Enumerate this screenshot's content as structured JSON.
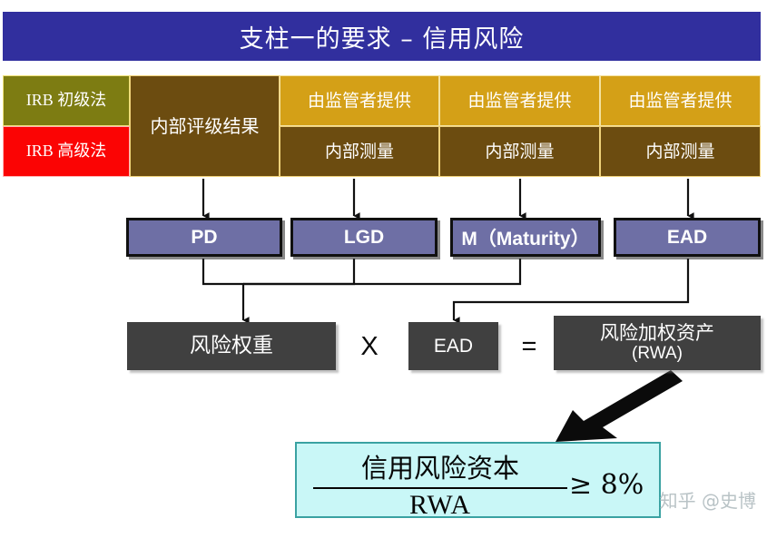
{
  "header": {
    "title": "支柱一的要求 – 信用风险",
    "bar_color": "#312f9e"
  },
  "matrix": {
    "approach_rows": [
      {
        "label": "IRB 初级法",
        "color": "#7d7c12"
      },
      {
        "label": "IRB 高级法",
        "color": "#fb0404"
      }
    ],
    "pd_cell": "内部评级结果",
    "columns": [
      {
        "supervisor": "由监管者提供",
        "internal": "内部测量"
      },
      {
        "supervisor": "由监管者提供",
        "internal": "内部测量"
      },
      {
        "supervisor": "由监管者提供",
        "internal": "内部测量"
      }
    ]
  },
  "parameters": [
    {
      "label": "PD"
    },
    {
      "label": "LGD"
    },
    {
      "label": "M（Maturity）"
    },
    {
      "label": "EAD"
    }
  ],
  "equation": {
    "risk_weight": "风险权重",
    "times": "X",
    "ead": "EAD",
    "equals": "=",
    "rwa_line1": "风险加权资产",
    "rwa_line2": "(RWA)"
  },
  "formula": {
    "numerator": "信用风险资本",
    "denominator": "RWA",
    "condition": "≥ 8%",
    "box_color": "#c9f7f7",
    "border_color": "#3aa2a2"
  },
  "watermark": {
    "text": "知乎 @史博"
  },
  "colors": {
    "purple_box": "#6e6fa5",
    "gray_box": "#404040",
    "gold": "#d4a017",
    "brown": "#6c4c10"
  }
}
